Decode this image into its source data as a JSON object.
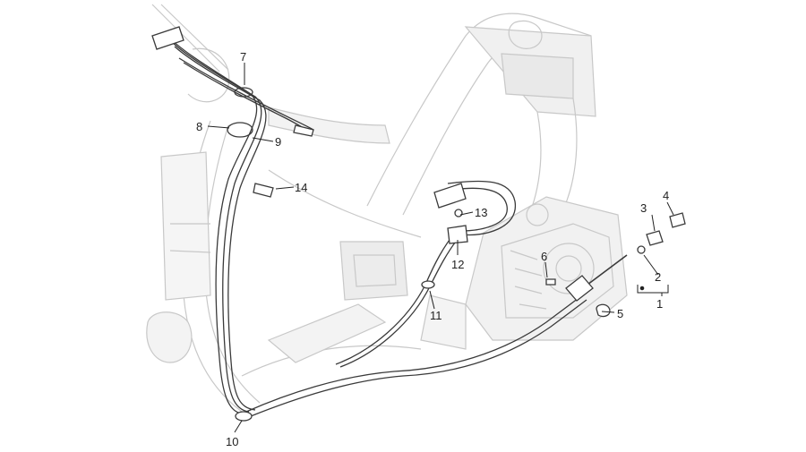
{
  "diagram": {
    "callouts": [
      {
        "label": "1"
      },
      {
        "label": "2"
      },
      {
        "label": "3"
      },
      {
        "label": "4"
      },
      {
        "label": "5"
      },
      {
        "label": "6"
      },
      {
        "label": "7"
      },
      {
        "label": "8"
      },
      {
        "label": "9"
      },
      {
        "label": "10"
      },
      {
        "label": "11"
      },
      {
        "label": "12"
      },
      {
        "label": "13"
      },
      {
        "label": "14"
      }
    ],
    "colors": {
      "frame": "#c8c8c8",
      "frame_fill": "#f3f3f3",
      "cable": "#3a3a3a",
      "callout": "#222222"
    }
  }
}
